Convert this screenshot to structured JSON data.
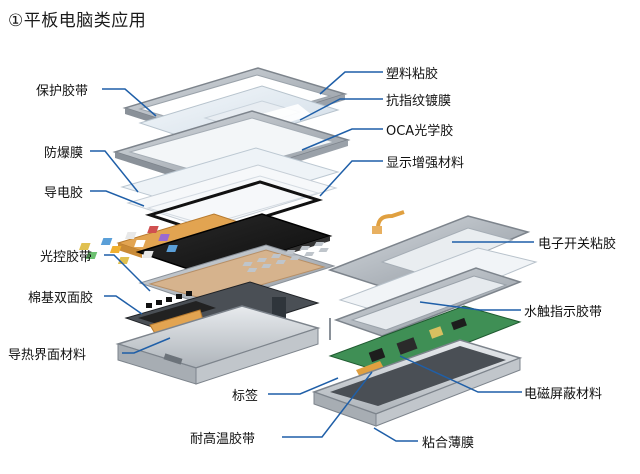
{
  "title": "①平板电脑类应用",
  "labels": {
    "plastic_adhesive": "塑料粘胶",
    "protective_tape": "保护胶带",
    "anti_fingerprint_film": "抗指纹镀膜",
    "oca_optical_adhesive": "OCA光学胶",
    "explosion_proof_film": "防爆膜",
    "display_enhancement": "显示增强材料",
    "conductive_adhesive": "导电胶",
    "electronic_switch_adhesive": "电子开关粘胶",
    "light_control_tape": "光控胶带",
    "cotton_double_sided_tape": "棉基双面胶",
    "water_touch_indicator_tape": "水触指示胶带",
    "thermal_interface_material": "导热界面材料",
    "label": "标签",
    "emi_shielding_material": "电磁屏蔽材料",
    "high_temp_tape": "耐高温胶带",
    "bonding_film": "粘合薄膜"
  },
  "colors": {
    "leader_line": "#1f5fa8",
    "frame": "#a9b0b8",
    "glass": "#dfe8ef",
    "pcb": "#3f8f55",
    "flex": "#e0a040",
    "copper": "#d9b48a"
  }
}
